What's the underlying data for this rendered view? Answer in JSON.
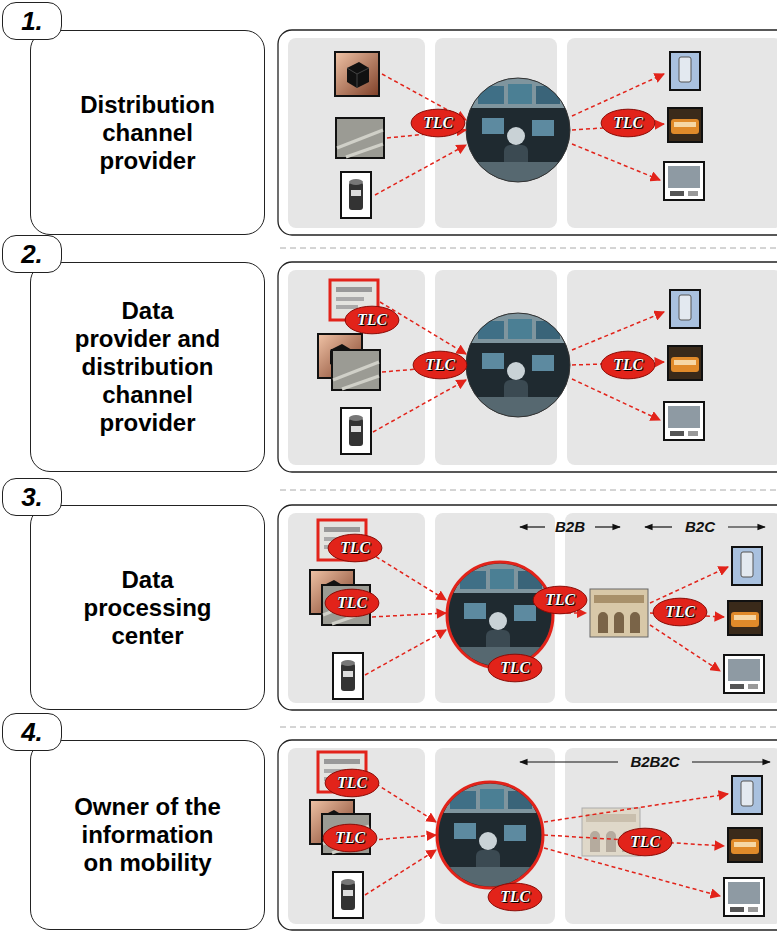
{
  "diagram": {
    "nodes": [
      {
        "text": [
          "1."
        ]
      },
      {
        "text": [
          "Distribution channel provider"
        ]
      },
      {
        "text": [
          "TLC"
        ]
      },
      {
        "text": [
          "TLC"
        ]
      },
      {
        "text": [
          "2."
        ]
      },
      {
        "text": [
          "Data provider and distribution channel provider"
        ]
      },
      {
        "text": [
          "TLC"
        ]
      },
      {
        "text": [
          "TLC"
        ]
      },
      {
        "text": [
          "TLC"
        ]
      },
      {
        "text": [
          "3."
        ]
      },
      {
        "text": [
          "Data processing center"
        ]
      },
      {
        "text": [
          "TLC"
        ]
      },
      {
        "text": [
          "TLC"
        ]
      },
      {
        "text": [
          "TLC"
        ]
      },
      {
        "text": [
          "TLC"
        ]
      },
      {
        "text": [
          "TLC"
        ]
      },
      {
        "text": [
          "4."
        ]
      },
      {
        "text": [
          "Owner of the information on mobility"
        ]
      },
      {
        "text": [
          "TLC"
        ]
      },
      {
        "text": [
          "TLC"
        ]
      },
      {
        "text": [
          "TLC"
        ]
      },
      {
        "text": [
          "TLC"
        ]
      }
    ],
    "labels": [
      "B2B",
      "B2C",
      "B2B2C"
    ]
  }
}
